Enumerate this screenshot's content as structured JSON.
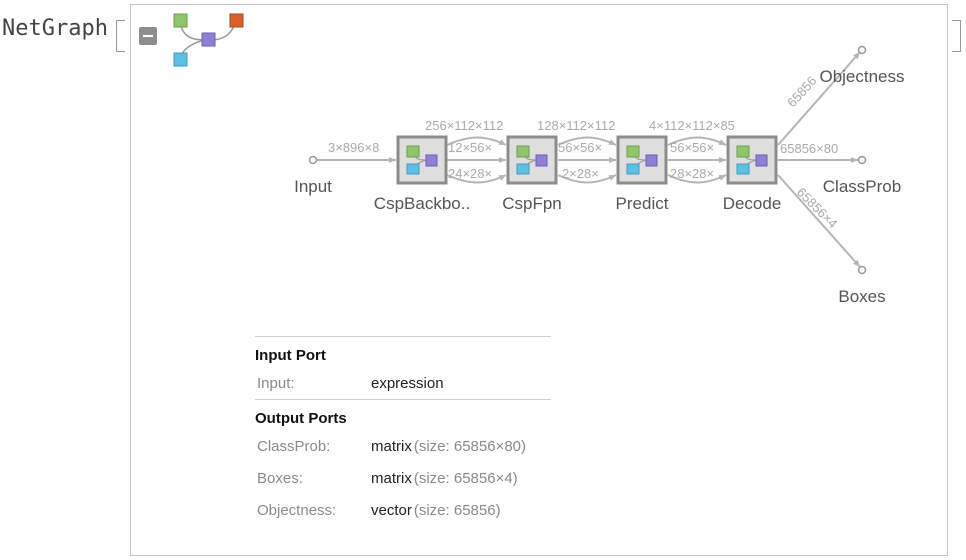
{
  "header": {
    "label": "NetGraph"
  },
  "graph": {
    "nodes": [
      {
        "label": "Input"
      },
      {
        "label": "CspBackbo.."
      },
      {
        "label": "CspFpn"
      },
      {
        "label": "Predict"
      },
      {
        "label": "Decode"
      },
      {
        "label": "Objectness"
      },
      {
        "label": "ClassProb"
      },
      {
        "label": "Boxes"
      }
    ],
    "edge_labels": {
      "input": "3×896×8",
      "top1": "256×112×112",
      "top2": "128×112×112",
      "top3": "4×112×112×85",
      "mid1": "12×56×",
      "mid2": "56×56×",
      "mid3": "56×56×",
      "bot1": "24×28×",
      "bot2": "2×28×",
      "bot3": "28×28×",
      "objectness": "65856",
      "classprob": "65856×80",
      "boxes": "65856×4"
    }
  },
  "info": {
    "input_title": "Input Port",
    "input_rows": [
      {
        "key": "Input:",
        "value": "expression",
        "size": ""
      }
    ],
    "output_title": "Output Ports",
    "output_rows": [
      {
        "key": "ClassProb:",
        "value": "matrix",
        "size": "(size: 65856×80)"
      },
      {
        "key": "Boxes:",
        "value": "matrix",
        "size": "(size: 65856×4)"
      },
      {
        "key": "Objectness:",
        "value": "vector",
        "size": "(size: 65856)"
      }
    ]
  },
  "colors": {
    "green": "#8dc66b",
    "purple": "#8f7fd6",
    "blue": "#5fbfe3",
    "orange": "#d9622b",
    "edge": "#b5b5b5",
    "node_border": "#8c8c8c",
    "node_fill": "#dedede"
  }
}
